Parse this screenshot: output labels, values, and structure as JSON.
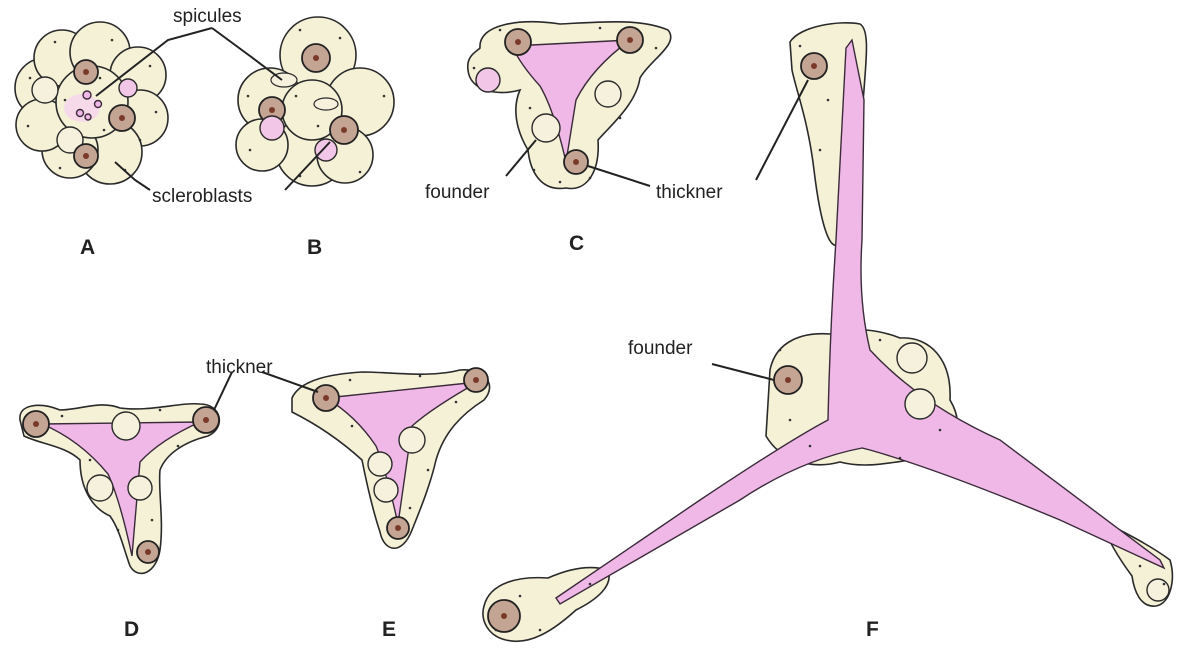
{
  "labels": {
    "spicules": "spicules",
    "scleroblasts": "scleroblasts",
    "founder_c": "founder",
    "thickner_c": "thickner",
    "thickner_de": "thickner",
    "founder_f": "founder"
  },
  "panels": {
    "a": "A",
    "b": "B",
    "c": "C",
    "d": "D",
    "e": "E",
    "f": "F"
  },
  "colors": {
    "spicule": "#f0b8e6",
    "cell_body": "#f4f1d6",
    "nucleus": "#c4a493"
  }
}
